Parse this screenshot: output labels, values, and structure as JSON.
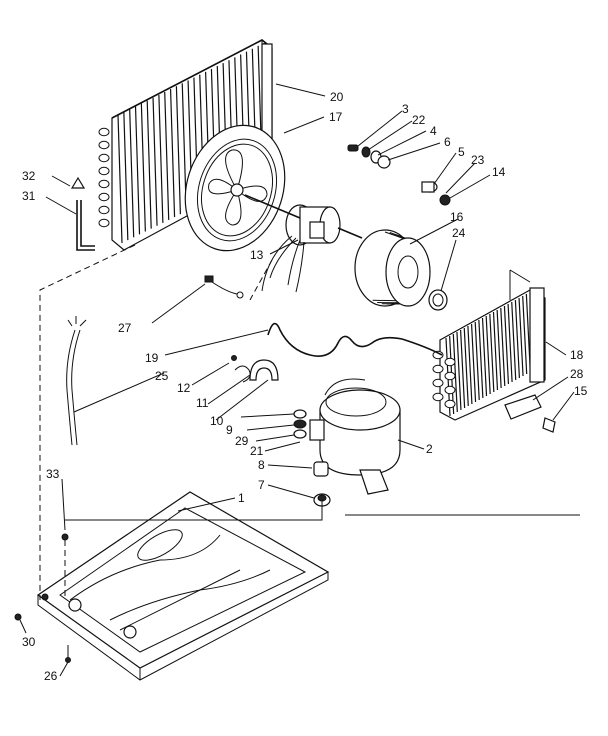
{
  "callouts": [
    {
      "id": "c20",
      "text": "20"
    },
    {
      "id": "c17",
      "text": "17"
    },
    {
      "id": "c3",
      "text": "3"
    },
    {
      "id": "c22",
      "text": "22"
    },
    {
      "id": "c4",
      "text": "4"
    },
    {
      "id": "c6",
      "text": "6"
    },
    {
      "id": "c5",
      "text": "5"
    },
    {
      "id": "c23",
      "text": "23"
    },
    {
      "id": "c14",
      "text": "14"
    },
    {
      "id": "c16",
      "text": "16"
    },
    {
      "id": "c24",
      "text": "24"
    },
    {
      "id": "c32",
      "text": "32"
    },
    {
      "id": "c31",
      "text": "31"
    },
    {
      "id": "c13",
      "text": "13"
    },
    {
      "id": "c27",
      "text": "27"
    },
    {
      "id": "c19",
      "text": "19"
    },
    {
      "id": "c25",
      "text": "25"
    },
    {
      "id": "c12",
      "text": "12"
    },
    {
      "id": "c11",
      "text": "11"
    },
    {
      "id": "c10",
      "text": "10"
    },
    {
      "id": "c9",
      "text": "9"
    },
    {
      "id": "c29",
      "text": "29"
    },
    {
      "id": "c21",
      "text": "21"
    },
    {
      "id": "c8",
      "text": "8"
    },
    {
      "id": "c7",
      "text": "7"
    },
    {
      "id": "c1",
      "text": "1"
    },
    {
      "id": "c2",
      "text": "2"
    },
    {
      "id": "c18",
      "text": "18"
    },
    {
      "id": "c28",
      "text": "28"
    },
    {
      "id": "c15",
      "text": "15"
    },
    {
      "id": "c33",
      "text": "33"
    },
    {
      "id": "c30",
      "text": "30"
    },
    {
      "id": "c26",
      "text": "26"
    }
  ]
}
